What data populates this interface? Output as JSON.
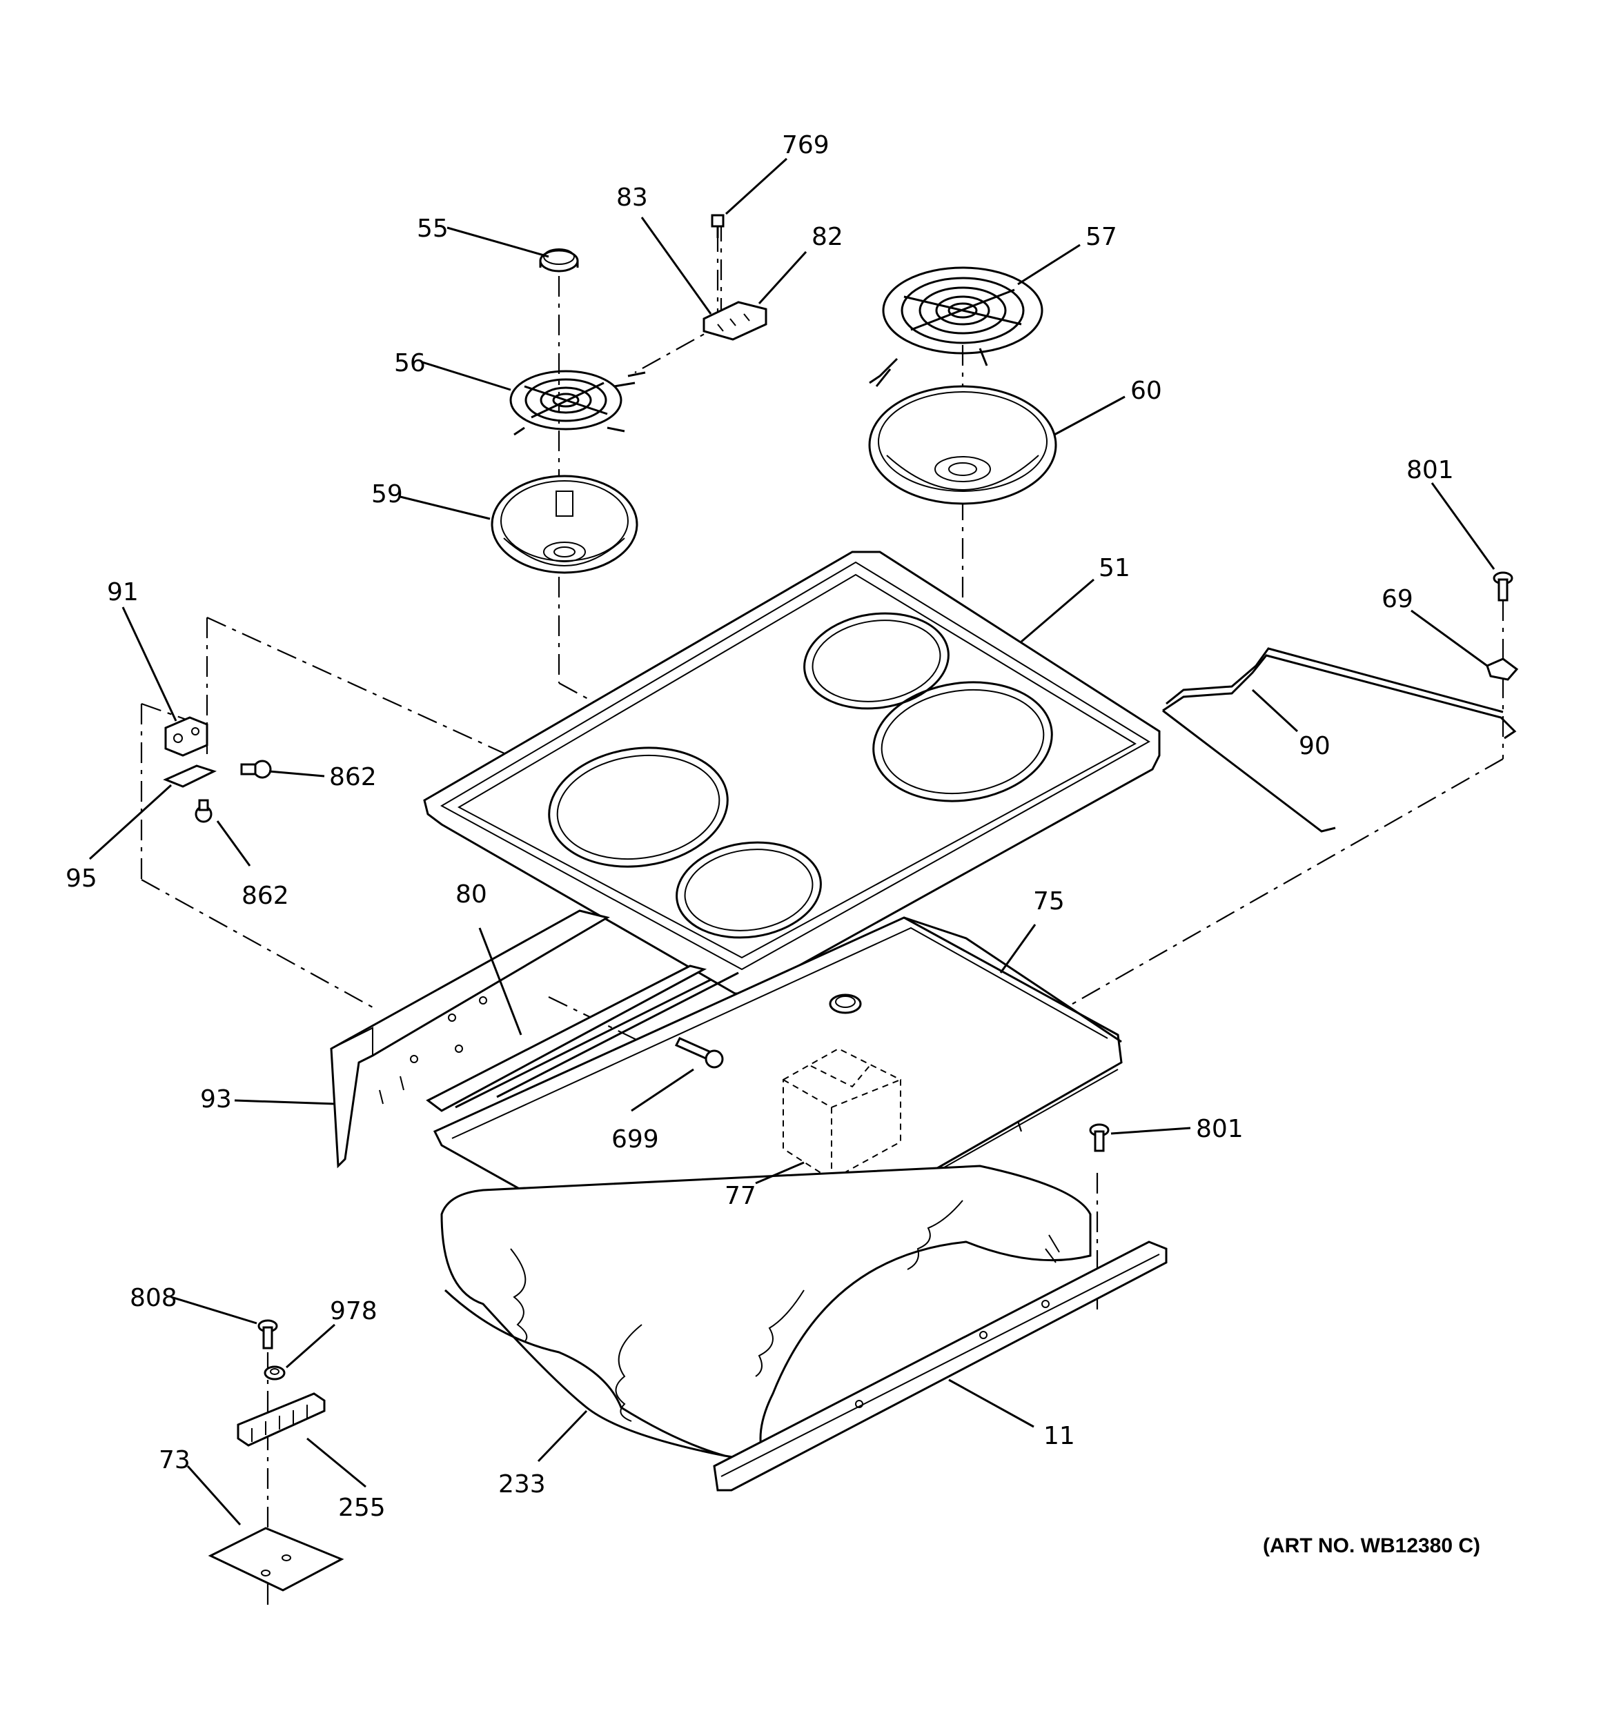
{
  "diagram": {
    "art_number": "(ART NO. WB12380 C)",
    "callouts": {
      "c11": "11",
      "c51": "51",
      "c55": "55",
      "c56": "56",
      "c57": "57",
      "c59": "59",
      "c60": "60",
      "c69": "69",
      "c73": "73",
      "c75": "75",
      "c77": "77",
      "c80": "80",
      "c82": "82",
      "c83": "83",
      "c90": "90",
      "c91": "91",
      "c93": "93",
      "c95": "95",
      "c233": "233",
      "c255": "255",
      "c699": "699",
      "c769": "769",
      "c801a": "801",
      "c801b": "801",
      "c808": "808",
      "c862a": "862",
      "c862b": "862",
      "c978": "978"
    }
  }
}
